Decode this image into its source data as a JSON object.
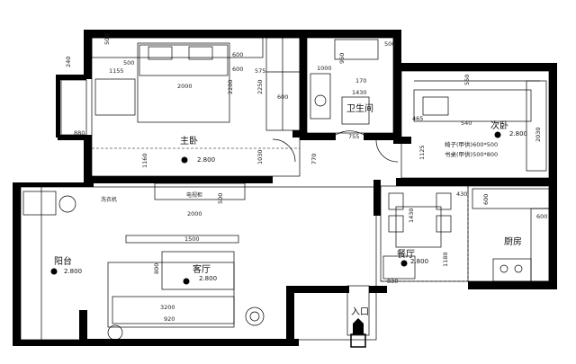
{
  "rooms": {
    "master_bedroom": {
      "name": "主卧",
      "elevation": "2.800"
    },
    "bathroom": {
      "name": "卫生间"
    },
    "second_bedroom": {
      "name": "次卧",
      "elevation": "2.800"
    },
    "balcony": {
      "name": "阳台",
      "elevation": "2.800"
    },
    "living_room": {
      "name": "客厅",
      "elevation": "2.800"
    },
    "dining_room": {
      "name": "餐厅",
      "elevation": "2.800"
    },
    "kitchen": {
      "name": "厨房"
    },
    "entrance": {
      "name": "入口"
    }
  },
  "labels": {
    "washing_machine": "洗衣机",
    "tv_cabinet": "电视柜",
    "chair_note": "椅子(甲供)600*500",
    "bookcase_note": "书桌(甲供)500*800"
  },
  "dimensions": {
    "mb_top_500": "500",
    "mb_top_500b": "500",
    "mb_left_240": "240",
    "mb_1155": "1155",
    "mb_600a": "600",
    "mb_600b": "600",
    "mb_575": "575",
    "mb_2000": "2000",
    "mb_2200": "2200",
    "mb_2250": "2250",
    "mb_600c": "600",
    "mb_880": "880",
    "mb_1160": "1160",
    "mb_1030": "1030",
    "ba_500": "500",
    "ba_950": "950",
    "ba_1000": "1000",
    "ba_170": "170",
    "ba_1430": "1430",
    "ba_755": "755",
    "ba_770": "770",
    "sb_550": "550",
    "sb_465": "465",
    "sb_540": "540",
    "sb_2030": "2030",
    "sb_1125": "1125",
    "lv_500": "500",
    "lv_2000": "2000",
    "lv_1500": "1500",
    "lv_800": "800",
    "lv_3200": "3200",
    "lv_920": "920",
    "dn_430": "430",
    "dn_1430": "1430",
    "dn_1180": "1180",
    "dn_830": "830",
    "kt_600a": "600",
    "kt_600b": "600"
  }
}
